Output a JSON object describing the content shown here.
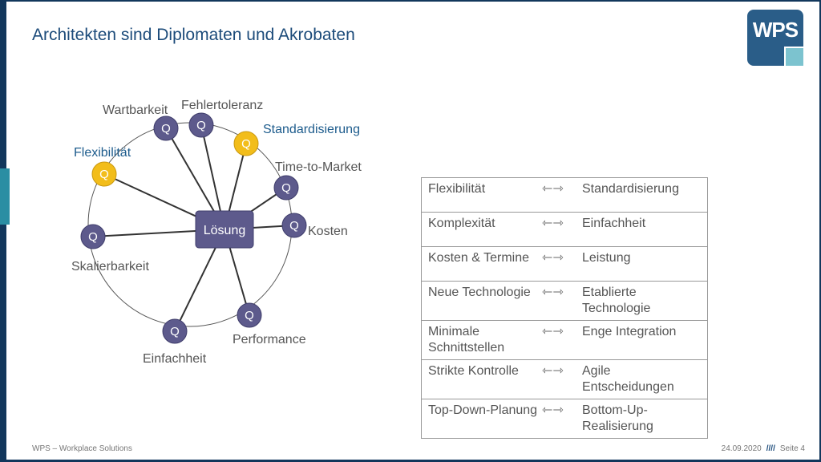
{
  "slide": {
    "title": "Architekten sind Diplomaten und Akrobaten",
    "logo_text": "WPS"
  },
  "diagram": {
    "center_label": "Lösung",
    "node_symbol": "Q",
    "colors": {
      "node_default": "#5d5a8c",
      "node_highlight": "#f2bd1a",
      "label_default": "#555555",
      "label_highlight": "#1c5b8c",
      "center_box": "#5d5a8c"
    },
    "qualities": [
      {
        "name": "Wartbarkeit",
        "highlight": false
      },
      {
        "name": "Fehlertoleranz",
        "highlight": false
      },
      {
        "name": "Standardisierung",
        "highlight": true
      },
      {
        "name": "Time-to-Market",
        "highlight": false
      },
      {
        "name": "Kosten",
        "highlight": false
      },
      {
        "name": "Performance",
        "highlight": false
      },
      {
        "name": "Einfachheit",
        "highlight": false
      },
      {
        "name": "Skalierbarkeit",
        "highlight": false
      },
      {
        "name": "Flexibilität",
        "highlight": true
      }
    ]
  },
  "tradeoffs": {
    "arrow_glyph": "⇽⇾",
    "rows": [
      {
        "left": "Flexibilität",
        "right": "Standardisierung"
      },
      {
        "left": "Komplexität",
        "right": "Einfachheit"
      },
      {
        "left": "Kosten & Termine",
        "right": "Leistung"
      },
      {
        "left": "Neue Technologie",
        "right": "Etablierte Technologie"
      },
      {
        "left": "Minimale Schnittstellen",
        "right": "Enge Integration"
      },
      {
        "left": "Strikte Kontrolle",
        "right": "Agile Entscheidungen"
      },
      {
        "left": "Top-Down-Planung",
        "right": "Bottom-Up-Realisierung"
      }
    ]
  },
  "footer": {
    "company": "WPS – Workplace Solutions",
    "date": "24.09.2020",
    "separator": "////",
    "page": "Seite 4"
  }
}
